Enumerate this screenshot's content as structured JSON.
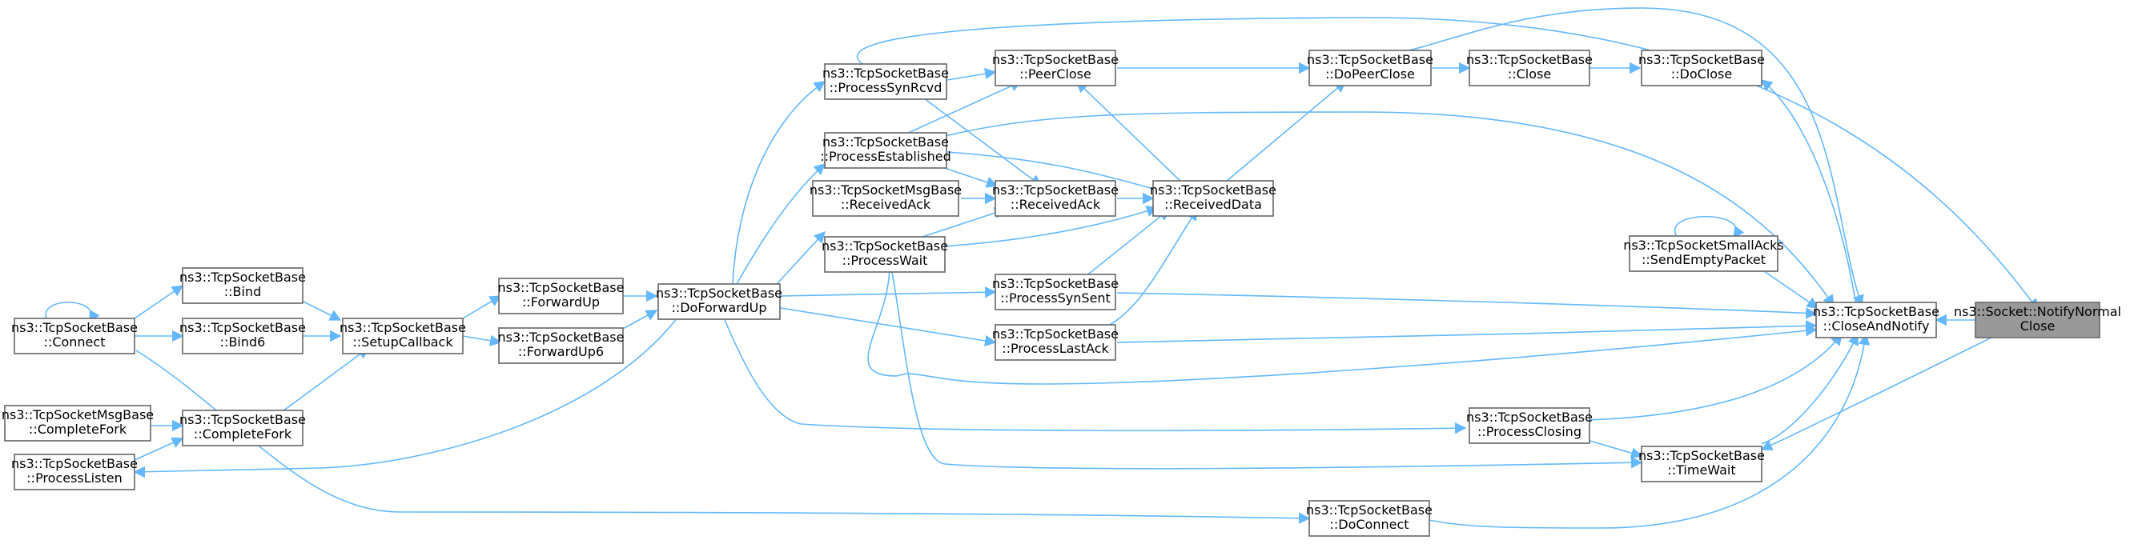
{
  "graph": {
    "edge_color": "#63b8ff",
    "node_border_color": "#666666",
    "root_fill_color": "#999999",
    "nodes": [
      {
        "id": "notify",
        "line1": "ns3::Socket::NotifyNormal",
        "line2": "Close"
      },
      {
        "id": "closeandnotify",
        "line1": "ns3::TcpSocketBase",
        "line2": "::CloseAndNotify"
      },
      {
        "id": "doclose",
        "line1": "ns3::TcpSocketBase",
        "line2": "::DoClose"
      },
      {
        "id": "close",
        "line1": "ns3::TcpSocketBase",
        "line2": "::Close"
      },
      {
        "id": "dopeerclose",
        "line1": "ns3::TcpSocketBase",
        "line2": "::DoPeerClose"
      },
      {
        "id": "peerclose",
        "line1": "ns3::TcpSocketBase",
        "line2": "::PeerClose"
      },
      {
        "id": "processsynrcvd",
        "line1": "ns3::TcpSocketBase",
        "line2": "::ProcessSynRcvd"
      },
      {
        "id": "processestablished",
        "line1": "ns3::TcpSocketBase",
        "line2": "::ProcessEstablished"
      },
      {
        "id": "msgreceivedack",
        "line1": "ns3::TcpSocketMsgBase",
        "line2": "::ReceivedAck"
      },
      {
        "id": "receivedack",
        "line1": "ns3::TcpSocketBase",
        "line2": "::ReceivedAck"
      },
      {
        "id": "receiveddata",
        "line1": "ns3::TcpSocketBase",
        "line2": "::ReceivedData"
      },
      {
        "id": "processwait",
        "line1": "ns3::TcpSocketBase",
        "line2": "::ProcessWait"
      },
      {
        "id": "processsynsent",
        "line1": "ns3::TcpSocketBase",
        "line2": "::ProcessSynSent"
      },
      {
        "id": "processlastack",
        "line1": "ns3::TcpSocketBase",
        "line2": "::ProcessLastAck"
      },
      {
        "id": "doforwardup",
        "line1": "ns3::TcpSocketBase",
        "line2": "::DoForwardUp"
      },
      {
        "id": "forwardup",
        "line1": "ns3::TcpSocketBase",
        "line2": "::ForwardUp"
      },
      {
        "id": "forwardup6",
        "line1": "ns3::TcpSocketBase",
        "line2": "::ForwardUp6"
      },
      {
        "id": "setupcallback",
        "line1": "ns3::TcpSocketBase",
        "line2": "::SetupCallback"
      },
      {
        "id": "bind",
        "line1": "ns3::TcpSocketBase",
        "line2": "::Bind"
      },
      {
        "id": "bind6",
        "line1": "ns3::TcpSocketBase",
        "line2": "::Bind6"
      },
      {
        "id": "connect",
        "line1": "ns3::TcpSocketBase",
        "line2": "::Connect"
      },
      {
        "id": "completefork",
        "line1": "ns3::TcpSocketBase",
        "line2": "::CompleteFork"
      },
      {
        "id": "msgcompletefork",
        "line1": "ns3::TcpSocketMsgBase",
        "line2": "::CompleteFork"
      },
      {
        "id": "processlisten",
        "line1": "ns3::TcpSocketBase",
        "line2": "::ProcessListen"
      },
      {
        "id": "sendemptypacket",
        "line1": "ns3::TcpSocketSmallAcks",
        "line2": "::SendEmptyPacket"
      },
      {
        "id": "processclosing",
        "line1": "ns3::TcpSocketBase",
        "line2": "::ProcessClosing"
      },
      {
        "id": "timewait",
        "line1": "ns3::TcpSocketBase",
        "line2": "::TimeWait"
      },
      {
        "id": "doconnect",
        "line1": "ns3::TcpSocketBase",
        "line2": "::DoConnect"
      }
    ]
  }
}
